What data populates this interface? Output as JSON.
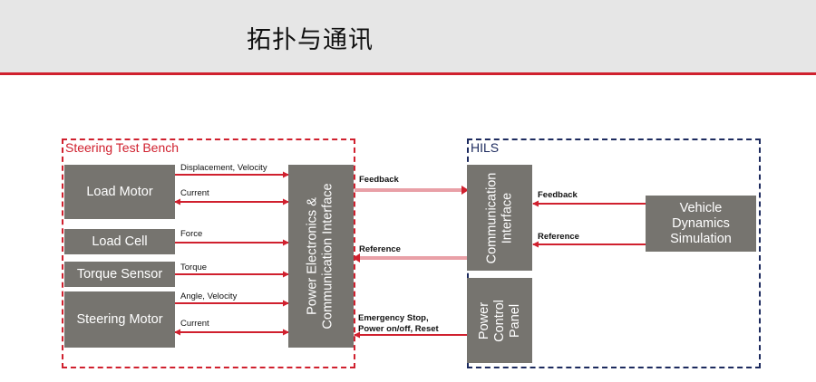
{
  "header": {
    "title": "拓扑与通讯"
  },
  "groups": {
    "bench": "Steering Test Bench",
    "hils": "HILS"
  },
  "blocks": {
    "load_motor": "Load Motor",
    "load_cell": "Load Cell",
    "torque_sensor": "Torque Sensor",
    "steering_motor": "Steering Motor",
    "power_electronics_line1": "Power Electronics &",
    "power_electronics_line2": "Communication Interface",
    "comm_line1": "Communication",
    "comm_line2": "Interface",
    "power_panel_line1": "Power",
    "power_panel_line2": "Control",
    "power_panel_line3": "Panel",
    "vehicle_line1": "Vehicle",
    "vehicle_line2": "Dynamics",
    "vehicle_line3": "Simulation"
  },
  "signals": {
    "displacement_velocity": "Displacement, Velocity",
    "current_top": "Current",
    "force": "Force",
    "torque": "Torque",
    "angle_velocity": "Angle, Velocity",
    "current_bottom": "Current",
    "feedback_left": "Feedback",
    "reference_left": "Reference",
    "emergency_line1": "Emergency Stop,",
    "emergency_line2": "Power on/off, Reset",
    "feedback_right": "Feedback",
    "reference_right": "Reference"
  },
  "colors": {
    "accent_red": "#d0202e",
    "navy": "#1c2a5e",
    "block_gray": "#76746f",
    "header_gray": "#e6e6e6",
    "link_pink": "#e9a0a7"
  }
}
